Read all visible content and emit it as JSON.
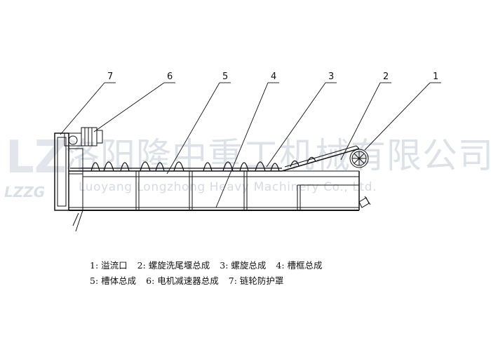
{
  "callouts": [
    "7",
    "6",
    "5",
    "4",
    "3",
    "2",
    "1"
  ],
  "legend": {
    "row1": [
      "1: 溢流口",
      "2: 螺旋洗尾堰总成",
      "3: 螺旋总成",
      "4: 槽框总成"
    ],
    "row2": [
      "5: 槽体总成",
      "6: 电机减速器总成",
      "7: 链轮防护罩"
    ]
  },
  "watermark": {
    "logo": "LZ",
    "brand_small": "LZZG",
    "company_cn": "洛阳隆中重工机械有限公司",
    "company_en": "Luoyang Longzhong Heavy Machinery Co., Ltd."
  },
  "colors": {
    "line": "#111111",
    "watermark": "#96a5b9"
  }
}
